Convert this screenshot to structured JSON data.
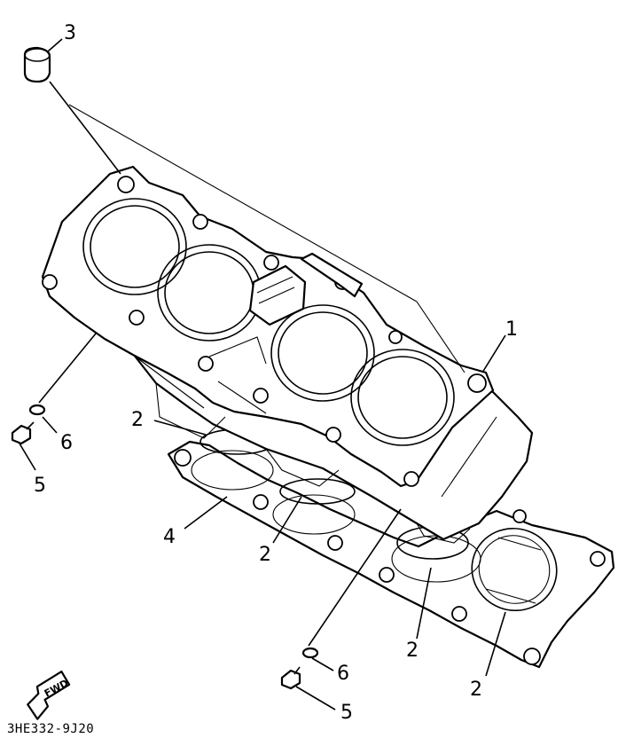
{
  "diagram": {
    "callouts": [
      {
        "id": "callout-1",
        "text": "1"
      },
      {
        "id": "callout-2a",
        "text": "2"
      },
      {
        "id": "callout-2b",
        "text": "2"
      },
      {
        "id": "callout-2c",
        "text": "2"
      },
      {
        "id": "callout-2d",
        "text": "2"
      },
      {
        "id": "callout-3",
        "text": "3"
      },
      {
        "id": "callout-4",
        "text": "4"
      },
      {
        "id": "callout-5a",
        "text": "5"
      },
      {
        "id": "callout-5b",
        "text": "5"
      },
      {
        "id": "callout-6a",
        "text": "6"
      },
      {
        "id": "callout-6b",
        "text": "6"
      }
    ],
    "fwd_label": "FWD",
    "drawing_code": "3HE332-9J20"
  }
}
